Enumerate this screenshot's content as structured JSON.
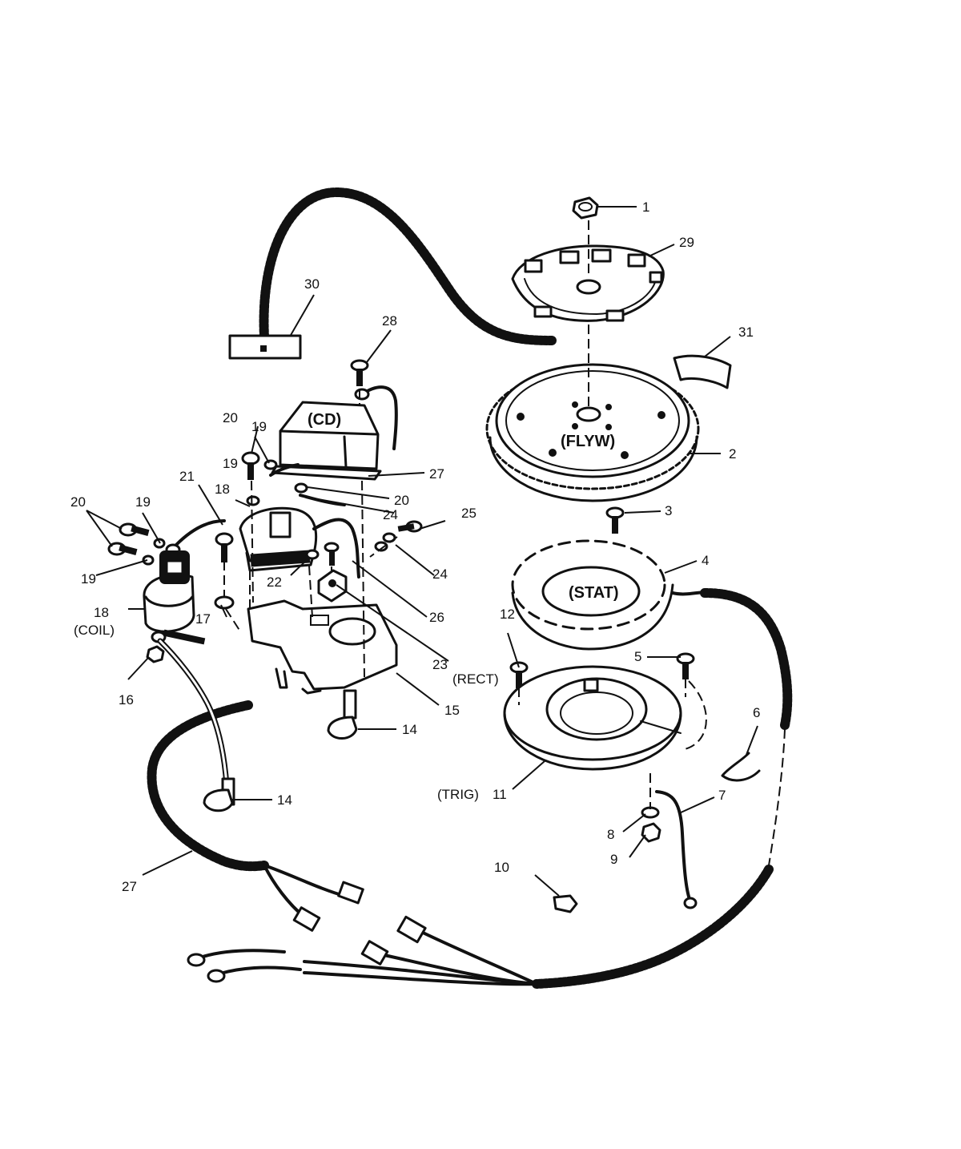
{
  "callouts": [
    {
      "id": "1",
      "text": "1"
    },
    {
      "id": "2",
      "text": "2"
    },
    {
      "id": "3",
      "text": "3"
    },
    {
      "id": "4",
      "text": "4"
    },
    {
      "id": "5",
      "text": "5"
    },
    {
      "id": "6",
      "text": "6"
    },
    {
      "id": "7",
      "text": "7"
    },
    {
      "id": "8",
      "text": "8"
    },
    {
      "id": "9",
      "text": "9"
    },
    {
      "id": "10",
      "text": "10"
    },
    {
      "id": "11",
      "text": "11"
    },
    {
      "id": "12",
      "text": "12"
    },
    {
      "id": "14a",
      "text": "14"
    },
    {
      "id": "14b",
      "text": "14"
    },
    {
      "id": "15",
      "text": "15"
    },
    {
      "id": "16",
      "text": "16"
    },
    {
      "id": "17",
      "text": "17"
    },
    {
      "id": "18a",
      "text": "18"
    },
    {
      "id": "18b",
      "text": "18"
    },
    {
      "id": "19a",
      "text": "19"
    },
    {
      "id": "19b",
      "text": "19"
    },
    {
      "id": "19c",
      "text": "19"
    },
    {
      "id": "19d",
      "text": "19"
    },
    {
      "id": "20a",
      "text": "20"
    },
    {
      "id": "20b",
      "text": "20"
    },
    {
      "id": "20c",
      "text": "20"
    },
    {
      "id": "21",
      "text": "21"
    },
    {
      "id": "22",
      "text": "22"
    },
    {
      "id": "23",
      "text": "23"
    },
    {
      "id": "24a",
      "text": "24"
    },
    {
      "id": "24b",
      "text": "24"
    },
    {
      "id": "25",
      "text": "25"
    },
    {
      "id": "26",
      "text": "26"
    },
    {
      "id": "27a",
      "text": "27"
    },
    {
      "id": "27b",
      "text": "27"
    },
    {
      "id": "28",
      "text": "28"
    },
    {
      "id": "29",
      "text": "29"
    },
    {
      "id": "30",
      "text": "30"
    },
    {
      "id": "31",
      "text": "31"
    }
  ],
  "tags": {
    "cd": "(CD)",
    "flyw": "(FLYW)",
    "stat": "(STAT)",
    "coil": "(COIL)",
    "rect": "(RECT)",
    "trig": "(TRIG)"
  }
}
